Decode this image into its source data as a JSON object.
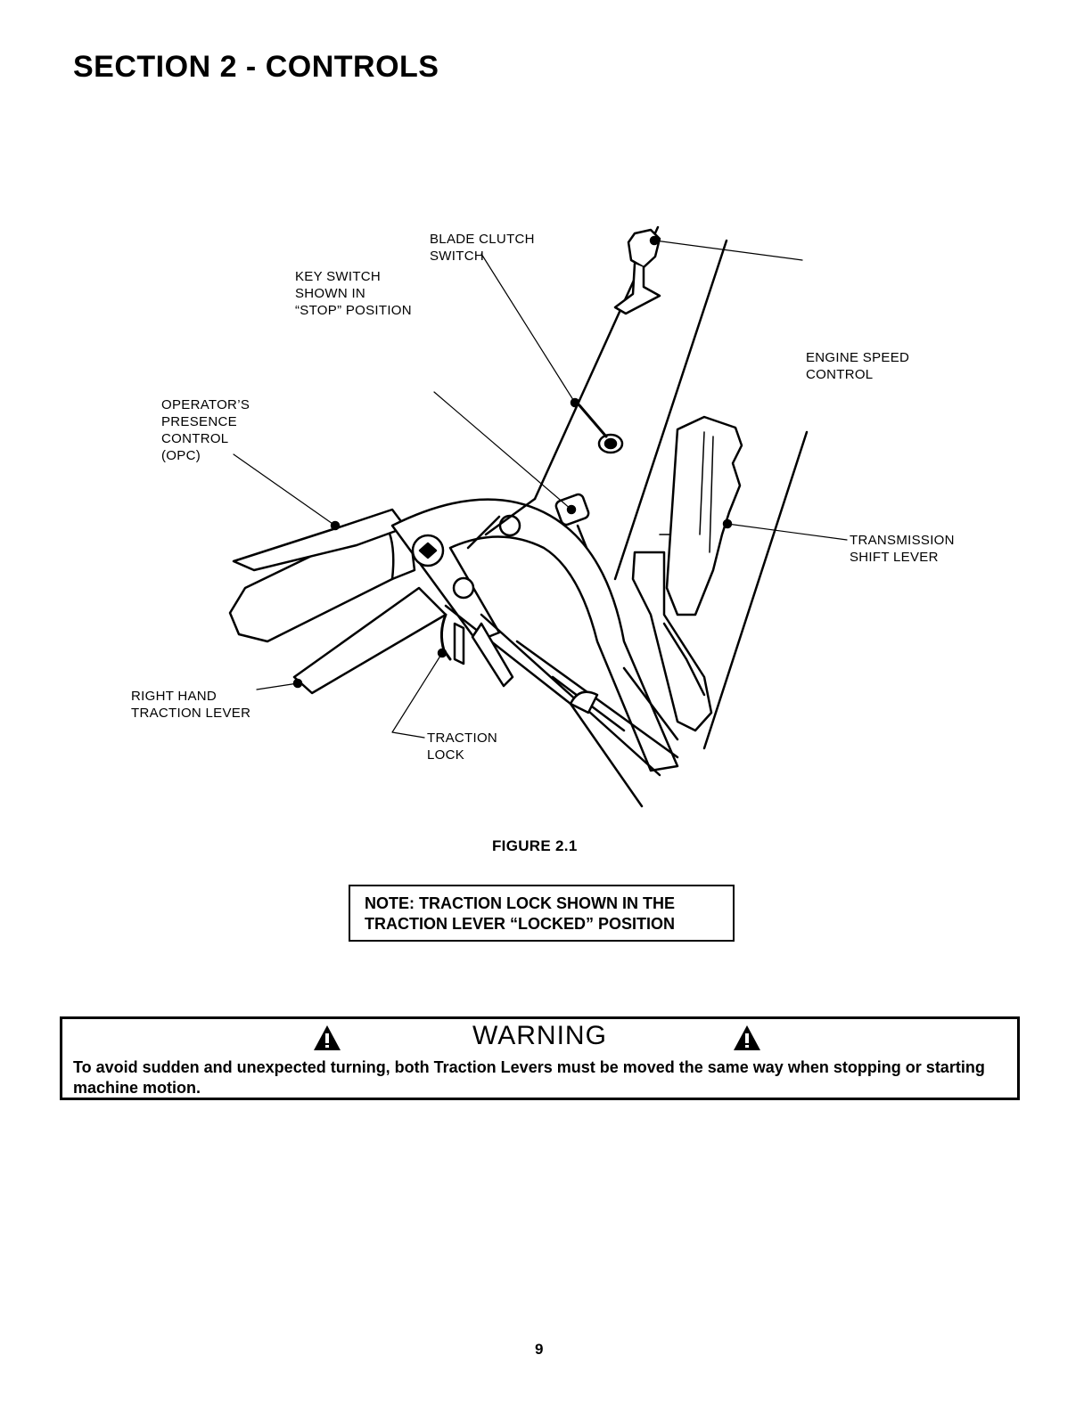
{
  "section_title": "SECTION 2 - CONTROLS",
  "callouts": {
    "blade_clutch": "BLADE CLUTCH\nSWITCH",
    "key_switch": "KEY SWITCH\nSHOWN IN\n“STOP” POSITION",
    "opc": "OPERATOR’S\nPRESENCE\nCONTROL\n(OPC)",
    "engine_speed": "ENGINE SPEED\nCONTROL",
    "transmission": "TRANSMISSION\nSHIFT LEVER",
    "right_hand": "RIGHT HAND\nTRACTION LEVER",
    "traction_lock": "TRACTION\nLOCK"
  },
  "figure_caption": "FIGURE 2.1",
  "note": "NOTE: TRACTION LOCK SHOWN IN THE\nTRACTION LEVER “LOCKED” POSITION",
  "warning": {
    "heading": "WARNING",
    "text": "To avoid sudden and unexpected turning, both Traction Levers must be moved the same way when stopping or starting machine motion."
  },
  "page_number": "9"
}
